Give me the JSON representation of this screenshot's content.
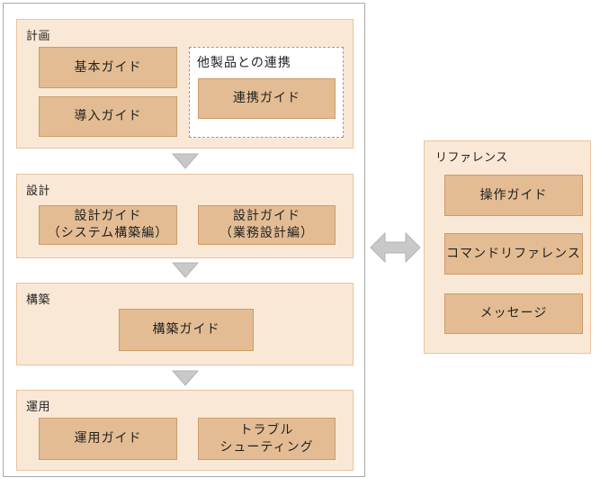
{
  "flow": {
    "sections": [
      {
        "label": "計画",
        "boxes": [
          "基本ガイド",
          "導入ガイド"
        ]
      },
      {
        "label": "設計",
        "boxes": [
          "設計ガイド\n（システム構築編）",
          "設計ガイド\n（業務設計編）"
        ]
      },
      {
        "label": "構築",
        "boxes": [
          "構築ガイド"
        ]
      },
      {
        "label": "運用",
        "boxes": [
          "運用ガイド",
          "トラブル\nシューティング"
        ]
      }
    ],
    "subgroup": {
      "label": "他製品との連携",
      "boxes": [
        "連携ガイド"
      ]
    }
  },
  "reference": {
    "label": "リファレンス",
    "boxes": [
      "操作ガイド",
      "コマンドリファレンス",
      "メッセージ"
    ]
  },
  "icons": {
    "down_arrow": "down-triangle",
    "double_arrow": "left-right-arrow"
  },
  "colors": {
    "section_fill": "#fae8d7",
    "section_border": "#eac39c",
    "box_fill": "#e3bc93",
    "box_border": "#cd9c66",
    "subgroup_fill": "#ffffff",
    "subgroup_border": "#999999",
    "arrow_fill": "#c9c9c9",
    "arrow_stroke": "#b3b3b3",
    "frame_border": "#a9a9a9",
    "text": "#222222"
  }
}
